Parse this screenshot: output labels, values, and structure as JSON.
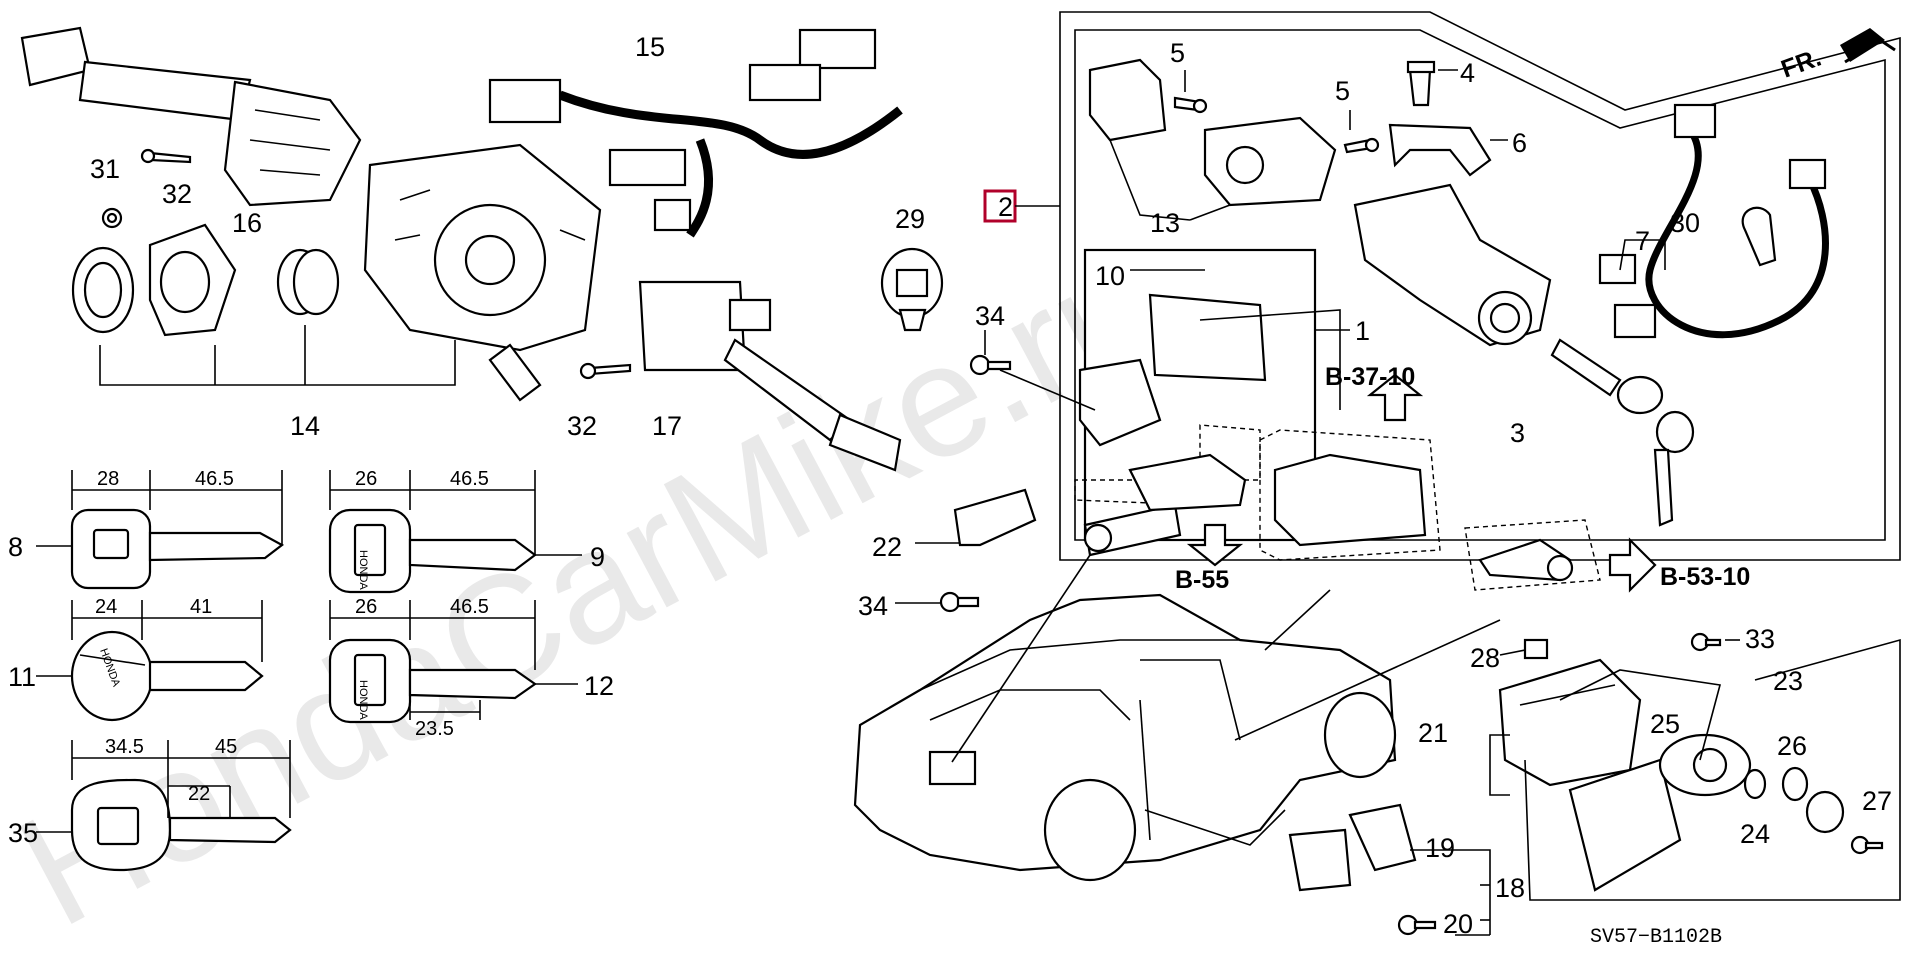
{
  "watermark": "HondaCarMike.ru",
  "direction_label": "FR.",
  "diagram_code": "SV57−B1102B",
  "callouts": {
    "n1": "1",
    "n2": "2",
    "n3": "3",
    "n4": "4",
    "n5a": "5",
    "n5b": "5",
    "n6": "6",
    "n7": "7",
    "n8": "8",
    "n9": "9",
    "n10": "10",
    "n11": "11",
    "n12": "12",
    "n13": "13",
    "n14": "14",
    "n15": "15",
    "n16": "16",
    "n17": "17",
    "n18": "18",
    "n19": "19",
    "n20": "20",
    "n21": "21",
    "n22": "22",
    "n23": "23",
    "n24": "24",
    "n25": "25",
    "n26": "26",
    "n27": "27",
    "n28": "28",
    "n29": "29",
    "n30": "30",
    "n31": "31",
    "n32a": "32",
    "n32b": "32",
    "n33": "33",
    "n34a": "34",
    "n34b": "34",
    "n35": "35"
  },
  "refs": {
    "b37": "B-37-10",
    "b55": "B-55",
    "b53": "B-53-10"
  },
  "dimensions": {
    "k8_head": "28",
    "k8_blade": "46.5",
    "k9_head": "26",
    "k9_blade": "46.5",
    "k11_head": "24",
    "k11_blade": "41",
    "k12_head": "26",
    "k12_blade": "46.5",
    "k12_notch": "23.5",
    "k35_head": "34.5",
    "k35_blade": "45",
    "k35_inner": "22"
  },
  "key_brand": "HONDA",
  "colors": {
    "ink": "#000000",
    "highlight": "#b0002a",
    "watermark": "#e9e9e9"
  }
}
